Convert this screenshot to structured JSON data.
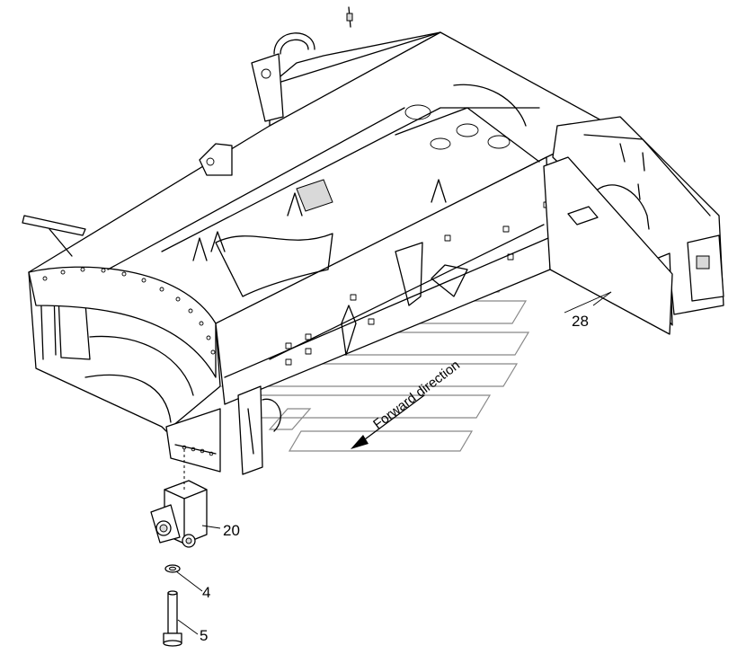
{
  "callouts": {
    "c28": "28",
    "c20": "20",
    "c4": "4",
    "c5": "5"
  },
  "direction_label": "Forward direction"
}
